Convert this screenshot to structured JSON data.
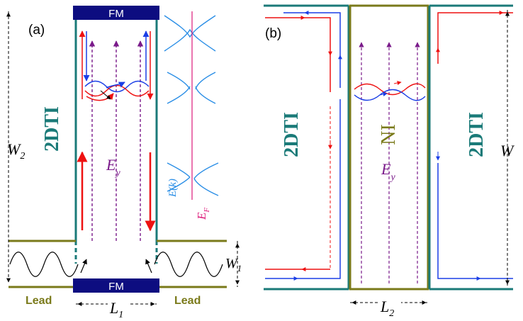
{
  "panel_a": {
    "panel_label": "(a)",
    "fm_top": "FM",
    "fm_bottom": "FM",
    "material": "2DTI",
    "w2": "W",
    "w2_sub": "2",
    "w1": "W",
    "w1_sub": "1",
    "l1": "L",
    "l1_sub": "1",
    "ey": "E",
    "ey_sub": "y",
    "lead_left": "Lead",
    "lead_right": "Lead",
    "ek": "E(k)",
    "ef": "E",
    "ef_sub": "F"
  },
  "panel_b": {
    "panel_label": "(b)",
    "left_material": "2DTI",
    "middle_material": "NI",
    "right_material": "2DTI",
    "w": "W",
    "l2": "L",
    "l2_sub": "2",
    "ey": "E",
    "ey_sub": "y"
  },
  "colors": {
    "teal": "#1a7a78",
    "navy": "#0d0d80",
    "olive": "#7a7a1a",
    "red": "#ee1111",
    "blue": "#1a3ee6",
    "purple": "#7a1a8a",
    "lightblue": "#2a8ee6",
    "magenta": "#dd1a7a"
  }
}
